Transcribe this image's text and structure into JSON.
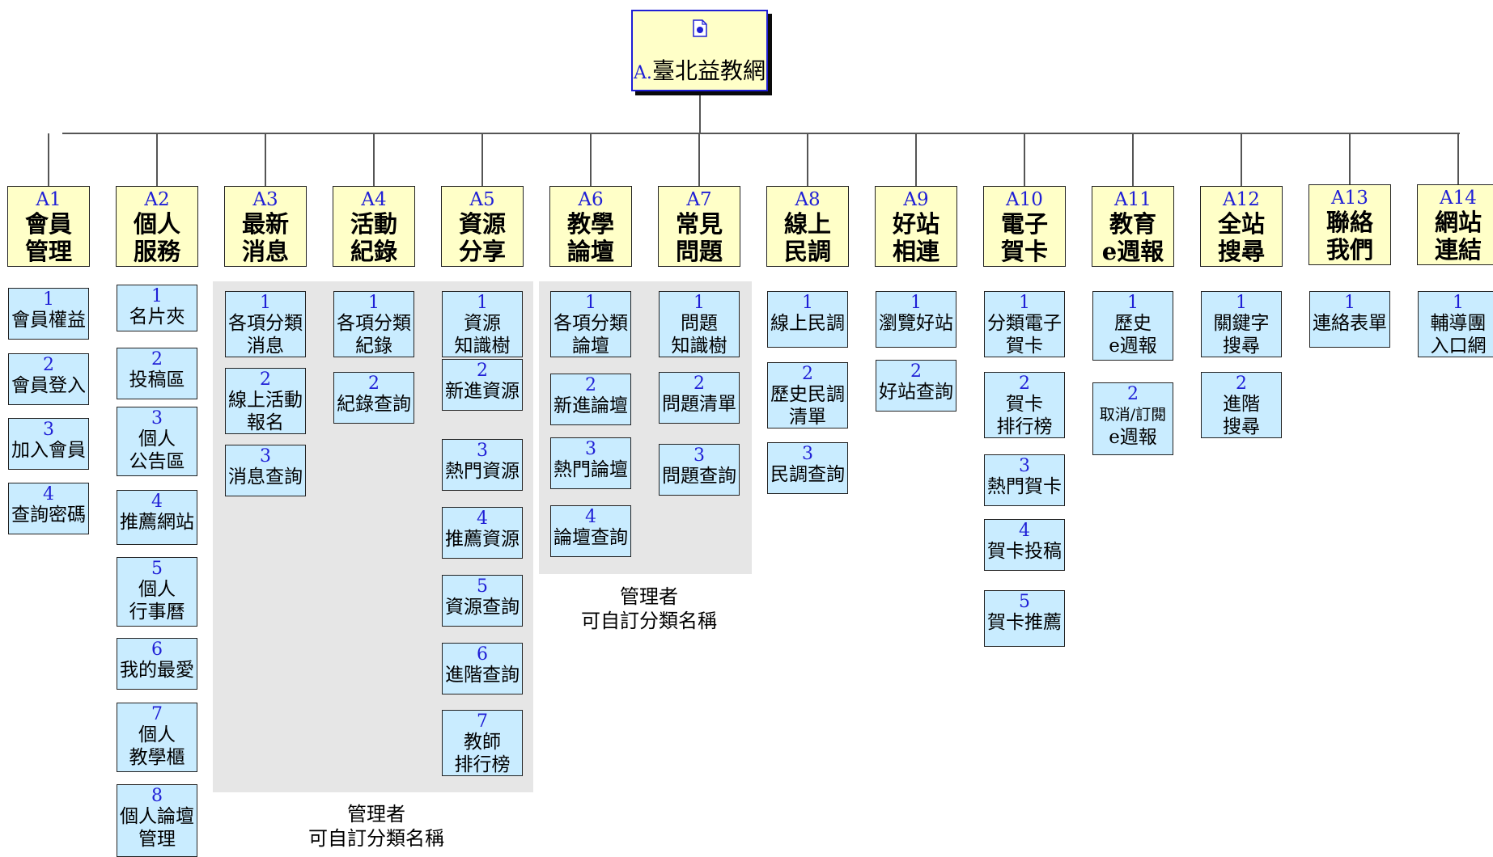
{
  "root": {
    "prefix": "A.",
    "title": "臺北益教網",
    "icon": "document-icon"
  },
  "categories": [
    {
      "code": "A1",
      "line1": "會員",
      "line2": "管理",
      "items": [
        {
          "num": "1",
          "lines": [
            "會員權益"
          ]
        },
        {
          "num": "2",
          "lines": [
            "會員登入"
          ]
        },
        {
          "num": "3",
          "lines": [
            "加入會員"
          ]
        },
        {
          "num": "4",
          "lines": [
            "查詢密碼"
          ]
        }
      ]
    },
    {
      "code": "A2",
      "line1": "個人",
      "line2": "服務",
      "items": [
        {
          "num": "1",
          "lines": [
            "名片夾"
          ]
        },
        {
          "num": "2",
          "lines": [
            "投稿區"
          ]
        },
        {
          "num": "3",
          "lines": [
            "個人",
            "公告區"
          ]
        },
        {
          "num": "4",
          "lines": [
            "推薦網站"
          ]
        },
        {
          "num": "5",
          "lines": [
            "個人",
            "行事曆"
          ]
        },
        {
          "num": "6",
          "lines": [
            "我的最愛"
          ]
        },
        {
          "num": "7",
          "lines": [
            "個人",
            "教學櫃"
          ]
        },
        {
          "num": "8",
          "lines": [
            "個人論壇",
            "管理"
          ]
        }
      ]
    },
    {
      "code": "A3",
      "line1": "最新",
      "line2": "消息",
      "items": [
        {
          "num": "1",
          "lines": [
            "各項分類",
            "消息"
          ]
        },
        {
          "num": "2",
          "lines": [
            "線上活動",
            "報名"
          ]
        },
        {
          "num": "3",
          "lines": [
            "消息查詢"
          ]
        }
      ]
    },
    {
      "code": "A4",
      "line1": "活動",
      "line2": "紀錄",
      "items": [
        {
          "num": "1",
          "lines": [
            "各項分類",
            "紀錄"
          ]
        },
        {
          "num": "2",
          "lines": [
            "紀錄查詢"
          ]
        }
      ]
    },
    {
      "code": "A5",
      "line1": "資源",
      "line2": "分享",
      "items": [
        {
          "num": "1",
          "lines": [
            "資源",
            "知識樹"
          ]
        },
        {
          "num": "2",
          "lines": [
            "新進資源"
          ]
        },
        {
          "num": "3",
          "lines": [
            "熱門資源"
          ]
        },
        {
          "num": "4",
          "lines": [
            "推薦資源"
          ]
        },
        {
          "num": "5",
          "lines": [
            "資源查詢"
          ]
        },
        {
          "num": "6",
          "lines": [
            "進階查詢"
          ]
        },
        {
          "num": "7",
          "lines": [
            "教師",
            "排行榜"
          ]
        }
      ]
    },
    {
      "code": "A6",
      "line1": "教學",
      "line2": "論壇",
      "items": [
        {
          "num": "1",
          "lines": [
            "各項分類",
            "論壇"
          ]
        },
        {
          "num": "2",
          "lines": [
            "新進論壇"
          ]
        },
        {
          "num": "3",
          "lines": [
            "熱門論壇"
          ]
        },
        {
          "num": "4",
          "lines": [
            "論壇查詢"
          ]
        }
      ]
    },
    {
      "code": "A7",
      "line1": "常見",
      "line2": "問題",
      "items": [
        {
          "num": "1",
          "lines": [
            "問題",
            "知識樹"
          ]
        },
        {
          "num": "2",
          "lines": [
            "問題清單"
          ]
        },
        {
          "num": "3",
          "lines": [
            "問題查詢"
          ]
        }
      ]
    },
    {
      "code": "A8",
      "line1": "線上",
      "line2": "民調",
      "items": [
        {
          "num": "1",
          "lines": [
            "線上民調"
          ]
        },
        {
          "num": "2",
          "lines": [
            "歷史民調",
            "清單"
          ]
        },
        {
          "num": "3",
          "lines": [
            "民調查詢"
          ]
        }
      ]
    },
    {
      "code": "A9",
      "line1": "好站",
      "line2": "相連",
      "items": [
        {
          "num": "1",
          "lines": [
            "瀏覽好站"
          ]
        },
        {
          "num": "2",
          "lines": [
            "好站查詢"
          ]
        }
      ]
    },
    {
      "code": "A10",
      "line1": "電子",
      "line2": "賀卡",
      "items": [
        {
          "num": "1",
          "lines": [
            "分類電子",
            "賀卡"
          ]
        },
        {
          "num": "2",
          "lines": [
            "賀卡",
            "排行榜"
          ]
        },
        {
          "num": "3",
          "lines": [
            "熱門賀卡"
          ]
        },
        {
          "num": "4",
          "lines": [
            "賀卡投稿"
          ]
        },
        {
          "num": "5",
          "lines": [
            "賀卡推薦"
          ]
        }
      ]
    },
    {
      "code": "A11",
      "line1": "教育",
      "line2": "e週報",
      "items": [
        {
          "num": "1",
          "lines": [
            "歷史",
            "e週報"
          ]
        },
        {
          "num": "2",
          "lines": [
            "取消/訂閱",
            "e週報"
          ]
        }
      ]
    },
    {
      "code": "A12",
      "line1": "全站",
      "line2": "搜尋",
      "items": [
        {
          "num": "1",
          "lines": [
            "關鍵字",
            "搜尋"
          ]
        },
        {
          "num": "2",
          "lines": [
            "進階",
            "搜尋"
          ]
        }
      ]
    },
    {
      "code": "A13",
      "line1": "聯絡",
      "line2": "我們",
      "items": [
        {
          "num": "1",
          "lines": [
            "連絡表單"
          ]
        }
      ]
    },
    {
      "code": "A14",
      "line1": "網站",
      "line2": "連結",
      "items": [
        {
          "num": "1",
          "lines": [
            "輔導團",
            "入口網"
          ]
        }
      ]
    }
  ],
  "notes": [
    {
      "line1": "管理者",
      "line2": "可自訂分類名稱"
    },
    {
      "line1": "管理者",
      "line2": "可自訂分類名稱"
    }
  ]
}
